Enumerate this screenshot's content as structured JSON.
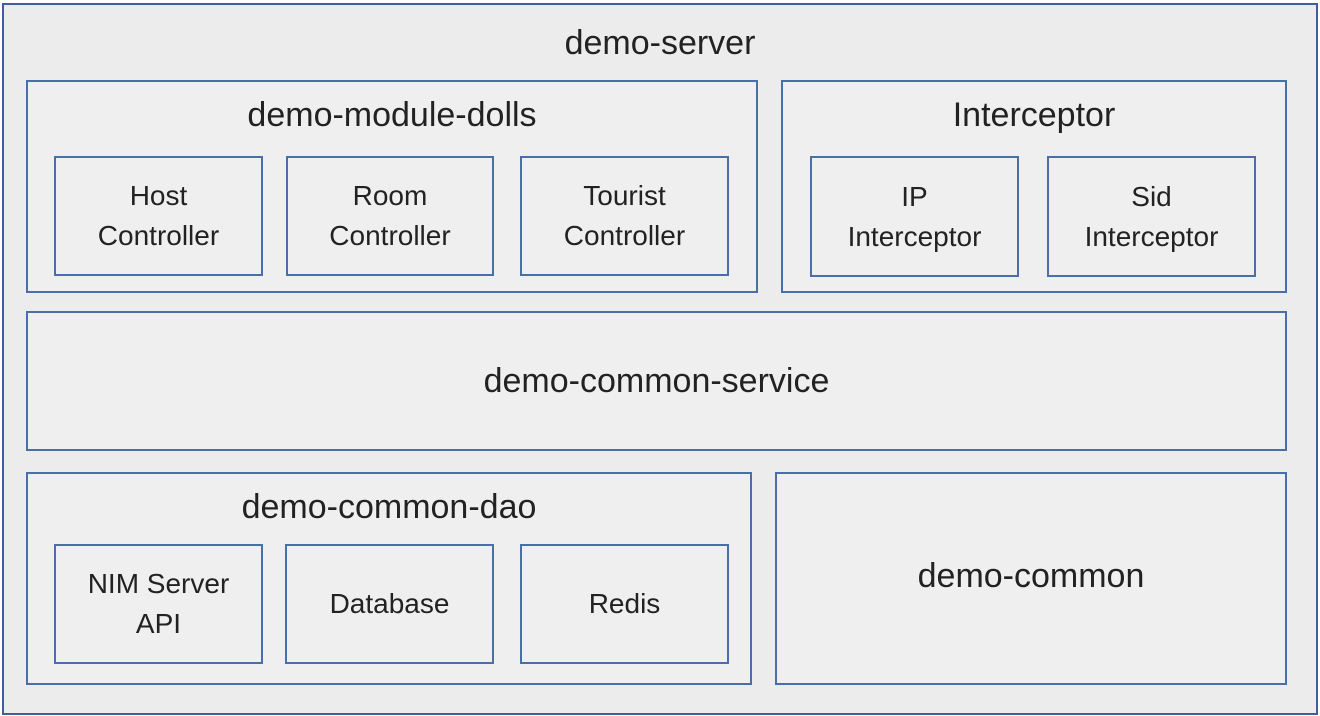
{
  "server": {
    "title": "demo-server"
  },
  "module_dolls": {
    "title": "demo-module-dolls",
    "items": [
      {
        "line1": "Host",
        "line2": "Controller"
      },
      {
        "line1": "Room",
        "line2": "Controller"
      },
      {
        "line1": "Tourist",
        "line2": "Controller"
      }
    ]
  },
  "interceptor": {
    "title": "Interceptor",
    "items": [
      {
        "line1": "IP",
        "line2": "Interceptor"
      },
      {
        "line1": "Sid",
        "line2": "Interceptor"
      }
    ]
  },
  "common_service": {
    "title": "demo-common-service"
  },
  "common_dao": {
    "title": "demo-common-dao",
    "items": [
      {
        "line1": "NIM Server",
        "line2": "API"
      },
      {
        "line1": "Database",
        "line2": ""
      },
      {
        "line1": "Redis",
        "line2": ""
      }
    ]
  },
  "common": {
    "title": "demo-common"
  }
}
